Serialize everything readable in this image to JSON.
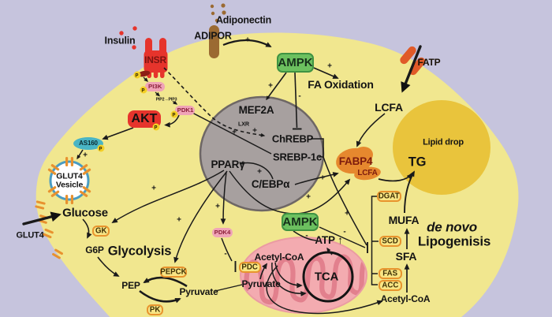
{
  "title": "Insulin and adiponectin signaling with de novo lipogenesis pathway diagram",
  "colors": {
    "background": "#c6c4dd",
    "cell": "#f1e78f",
    "nucleus": "#a7a09f",
    "lipid_drop": "#e9c43c",
    "mitochondria": "#f3abb0",
    "cristae": "#e2808d",
    "green_box": "#6cc05f",
    "red_box": "#e6342c",
    "orange_blob": "#e6882e",
    "enzyme_box_fill": "#f8e584",
    "enzyme_box_border": "#e8942e",
    "pink_box": "#f0a4b7",
    "teal": "#49b5c5",
    "brown": "#9b6a32",
    "line": "#1a1a1a"
  },
  "extracellular": {
    "insulin": "Insulin",
    "adiponectin": "Adiponectin",
    "adipor": "ADIPOR",
    "insr": "INSR",
    "fatp": "FATP",
    "glut4": "GLUT4"
  },
  "signaling": {
    "pi3k": "PI3K",
    "pip": "PIP2→PIP3",
    "pdk1": "PDK1",
    "akt": "AKT",
    "as160": "AS160",
    "ampk_top": "AMPK",
    "ampk_bottom": "AMPK",
    "phospho": "P"
  },
  "nucleus": {
    "mef2a": "MEF2A",
    "lxr": "LXR",
    "chrebp": "ChREBP",
    "srebp1c": "SREBP-1c",
    "ppar_gamma": "PPARγ",
    "cebp_alpha": "C/EBPα"
  },
  "glucose_pathway": {
    "glut4_vesicle_line1": "GLUT4",
    "glut4_vesicle_line2": "Vesicle",
    "glucose": "Glucose",
    "gk": "GK",
    "g6p": "G6P",
    "glycolysis": "Glycolysis",
    "pepck": "PEPCK",
    "pep": "PEP",
    "pk": "PK",
    "pyruvate_cytosol": "Pyruvate"
  },
  "mitochondria": {
    "pdc": "PDC",
    "pdk4": "PDK4",
    "pyruvate": "Pyruvate",
    "acetyl_coa": "Acetyl-CoA",
    "tca": "TCA",
    "atp": "ATP",
    "atp_up_arrow": "↑"
  },
  "lipogenesis": {
    "fa_oxidation": "FA Oxidation",
    "lcfa_top": "LCFA",
    "fabp4": "FABP4",
    "lcfa_bound": "LCFA",
    "lipid_drop": "Lipid drop",
    "tg": "TG",
    "dgat": "DGAT",
    "mufa": "MUFA",
    "scd": "SCD",
    "sfa": "SFA",
    "fas": "FAS",
    "acc": "ACC",
    "acetyl_coa_cytosol": "Acetyl-CoA",
    "de_novo": "de novo",
    "lipogenisis": "Lipogenisis"
  },
  "signs": {
    "plus": "+",
    "minus": "-"
  }
}
